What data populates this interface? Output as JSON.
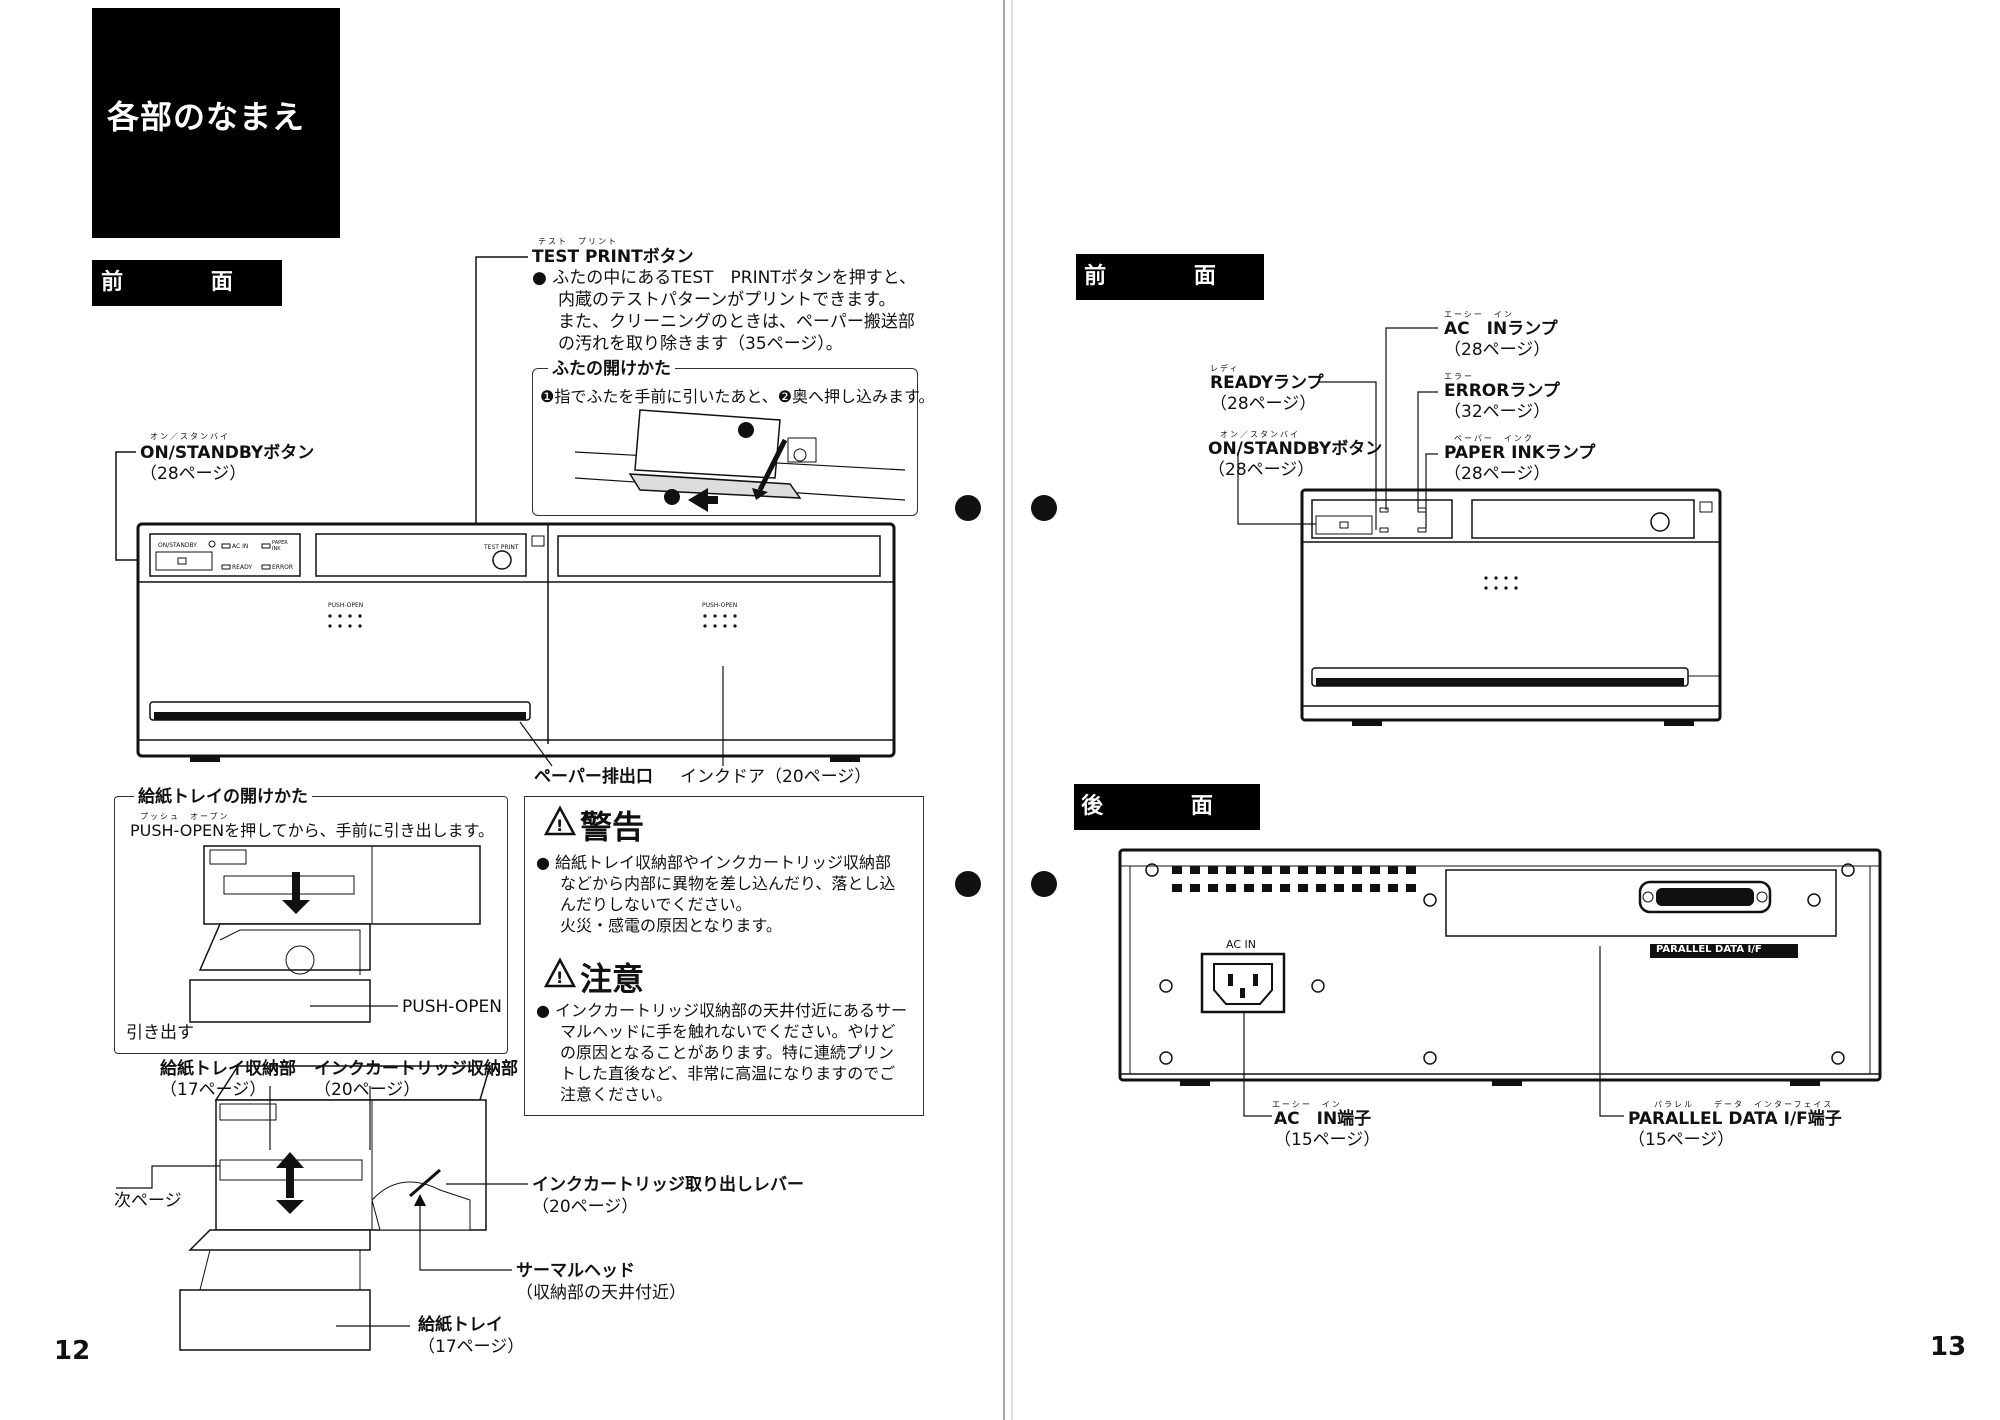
{
  "page_left": {
    "title": "各部のなまえ",
    "front_label": "前 面",
    "test_print": {
      "ruby": "テスト　プリント",
      "label": "TEST PRINTボタン",
      "desc": [
        "●  ふたの中にあるTEST　PRINTボタンを押すと、",
        "内蔵のテストパターンがプリントできます。",
        "また、クリーニングのときは、ペーパー搬送部",
        "の汚れを取り除きます（35ページ）。"
      ]
    },
    "lid": {
      "title": "ふたの開けかた",
      "step": "❶指でふたを手前に引いたあと、❷奥へ押し込みます。"
    },
    "on_standby": {
      "ruby": "オン／スタンバイ",
      "label": "ON/STANDBYボタン",
      "page": "（28ページ）"
    },
    "panel": {
      "on_standby": "ON/STANDBY",
      "ac_in": "AC IN",
      "ready": "READY",
      "paper_ink": "PAPER INK",
      "error": "ERROR",
      "test_print": "TEST PRINT",
      "push_open": "PUSH-OPEN"
    },
    "paper_exit": "ペーパー排出口",
    "ink_door": "インクドア（20ページ）",
    "tray_open": {
      "title": "給紙トレイの開けかた",
      "ruby": "プッシュ　オープン",
      "desc": "PUSH-OPENを押してから、手前に引き出します。",
      "push_open": "PUSH-OPEN",
      "pull": "引き出す"
    },
    "warning": {
      "title": "警告",
      "lines": [
        "●  給紙トレイ収納部やインクカートリッジ収納部",
        "などから内部に異物を差し込んだり、落とし込",
        "んだりしないでください。",
        "火災・感電の原因となります。"
      ]
    },
    "caution": {
      "title": "注意",
      "lines": [
        "●  インクカートリッジ収納部の天井付近にあるサー",
        "マルヘッドに手を触れないでください。やけど",
        "の原因となることがあります。特に連続プリン",
        "トした直後など、非常に高温になりますのでご",
        "注意ください。"
      ]
    },
    "tray_storage": {
      "label": "給紙トレイ収納部",
      "page": "（17ページ）"
    },
    "ink_storage": {
      "label": "インクカートリッジ収納部",
      "page": "（20ページ）"
    },
    "next_page": "次ページ",
    "ink_lever": {
      "label": "インクカートリッジ取り出しレバー",
      "page": "（20ページ）"
    },
    "thermal_head": {
      "label": "サーマルヘッド",
      "page": "（収納部の天井付近）"
    },
    "tray": {
      "label": "給紙トレイ",
      "page": "（17ページ）"
    },
    "page_number": "12"
  },
  "page_right": {
    "front_label": "前 面",
    "rear_label": "後 面",
    "ac_in_lamp": {
      "ruby": "エーシー　イン",
      "label": "AC　INランプ",
      "page": "（28ページ）"
    },
    "ready_lamp": {
      "ruby": "レディ",
      "label": "READYランプ",
      "page": "（28ページ）"
    },
    "error_lamp": {
      "ruby": "エラー",
      "label": "ERRORランプ",
      "page": "（32ページ）"
    },
    "on_standby": {
      "ruby": "オン／スタンバイ",
      "label": "ON/STANDBYボタン",
      "page": "（28ページ）"
    },
    "paper_ink_lamp": {
      "ruby": "ペーパー　インク",
      "label": "PAPER INKランプ",
      "page": "（28ページ）"
    },
    "rear_ac_in": "AC IN",
    "rear_parallel": "PARALLEL DATA I/F",
    "ac_in_terminal": {
      "ruby": "エーシー　イン",
      "label": "AC　IN端子",
      "page": "（15ページ）"
    },
    "parallel_terminal": {
      "ruby": "パラレル　　データ　インターフェイス",
      "label": "PARALLEL DATA I/F端子",
      "page": "（15ページ）"
    },
    "page_number": "13"
  }
}
